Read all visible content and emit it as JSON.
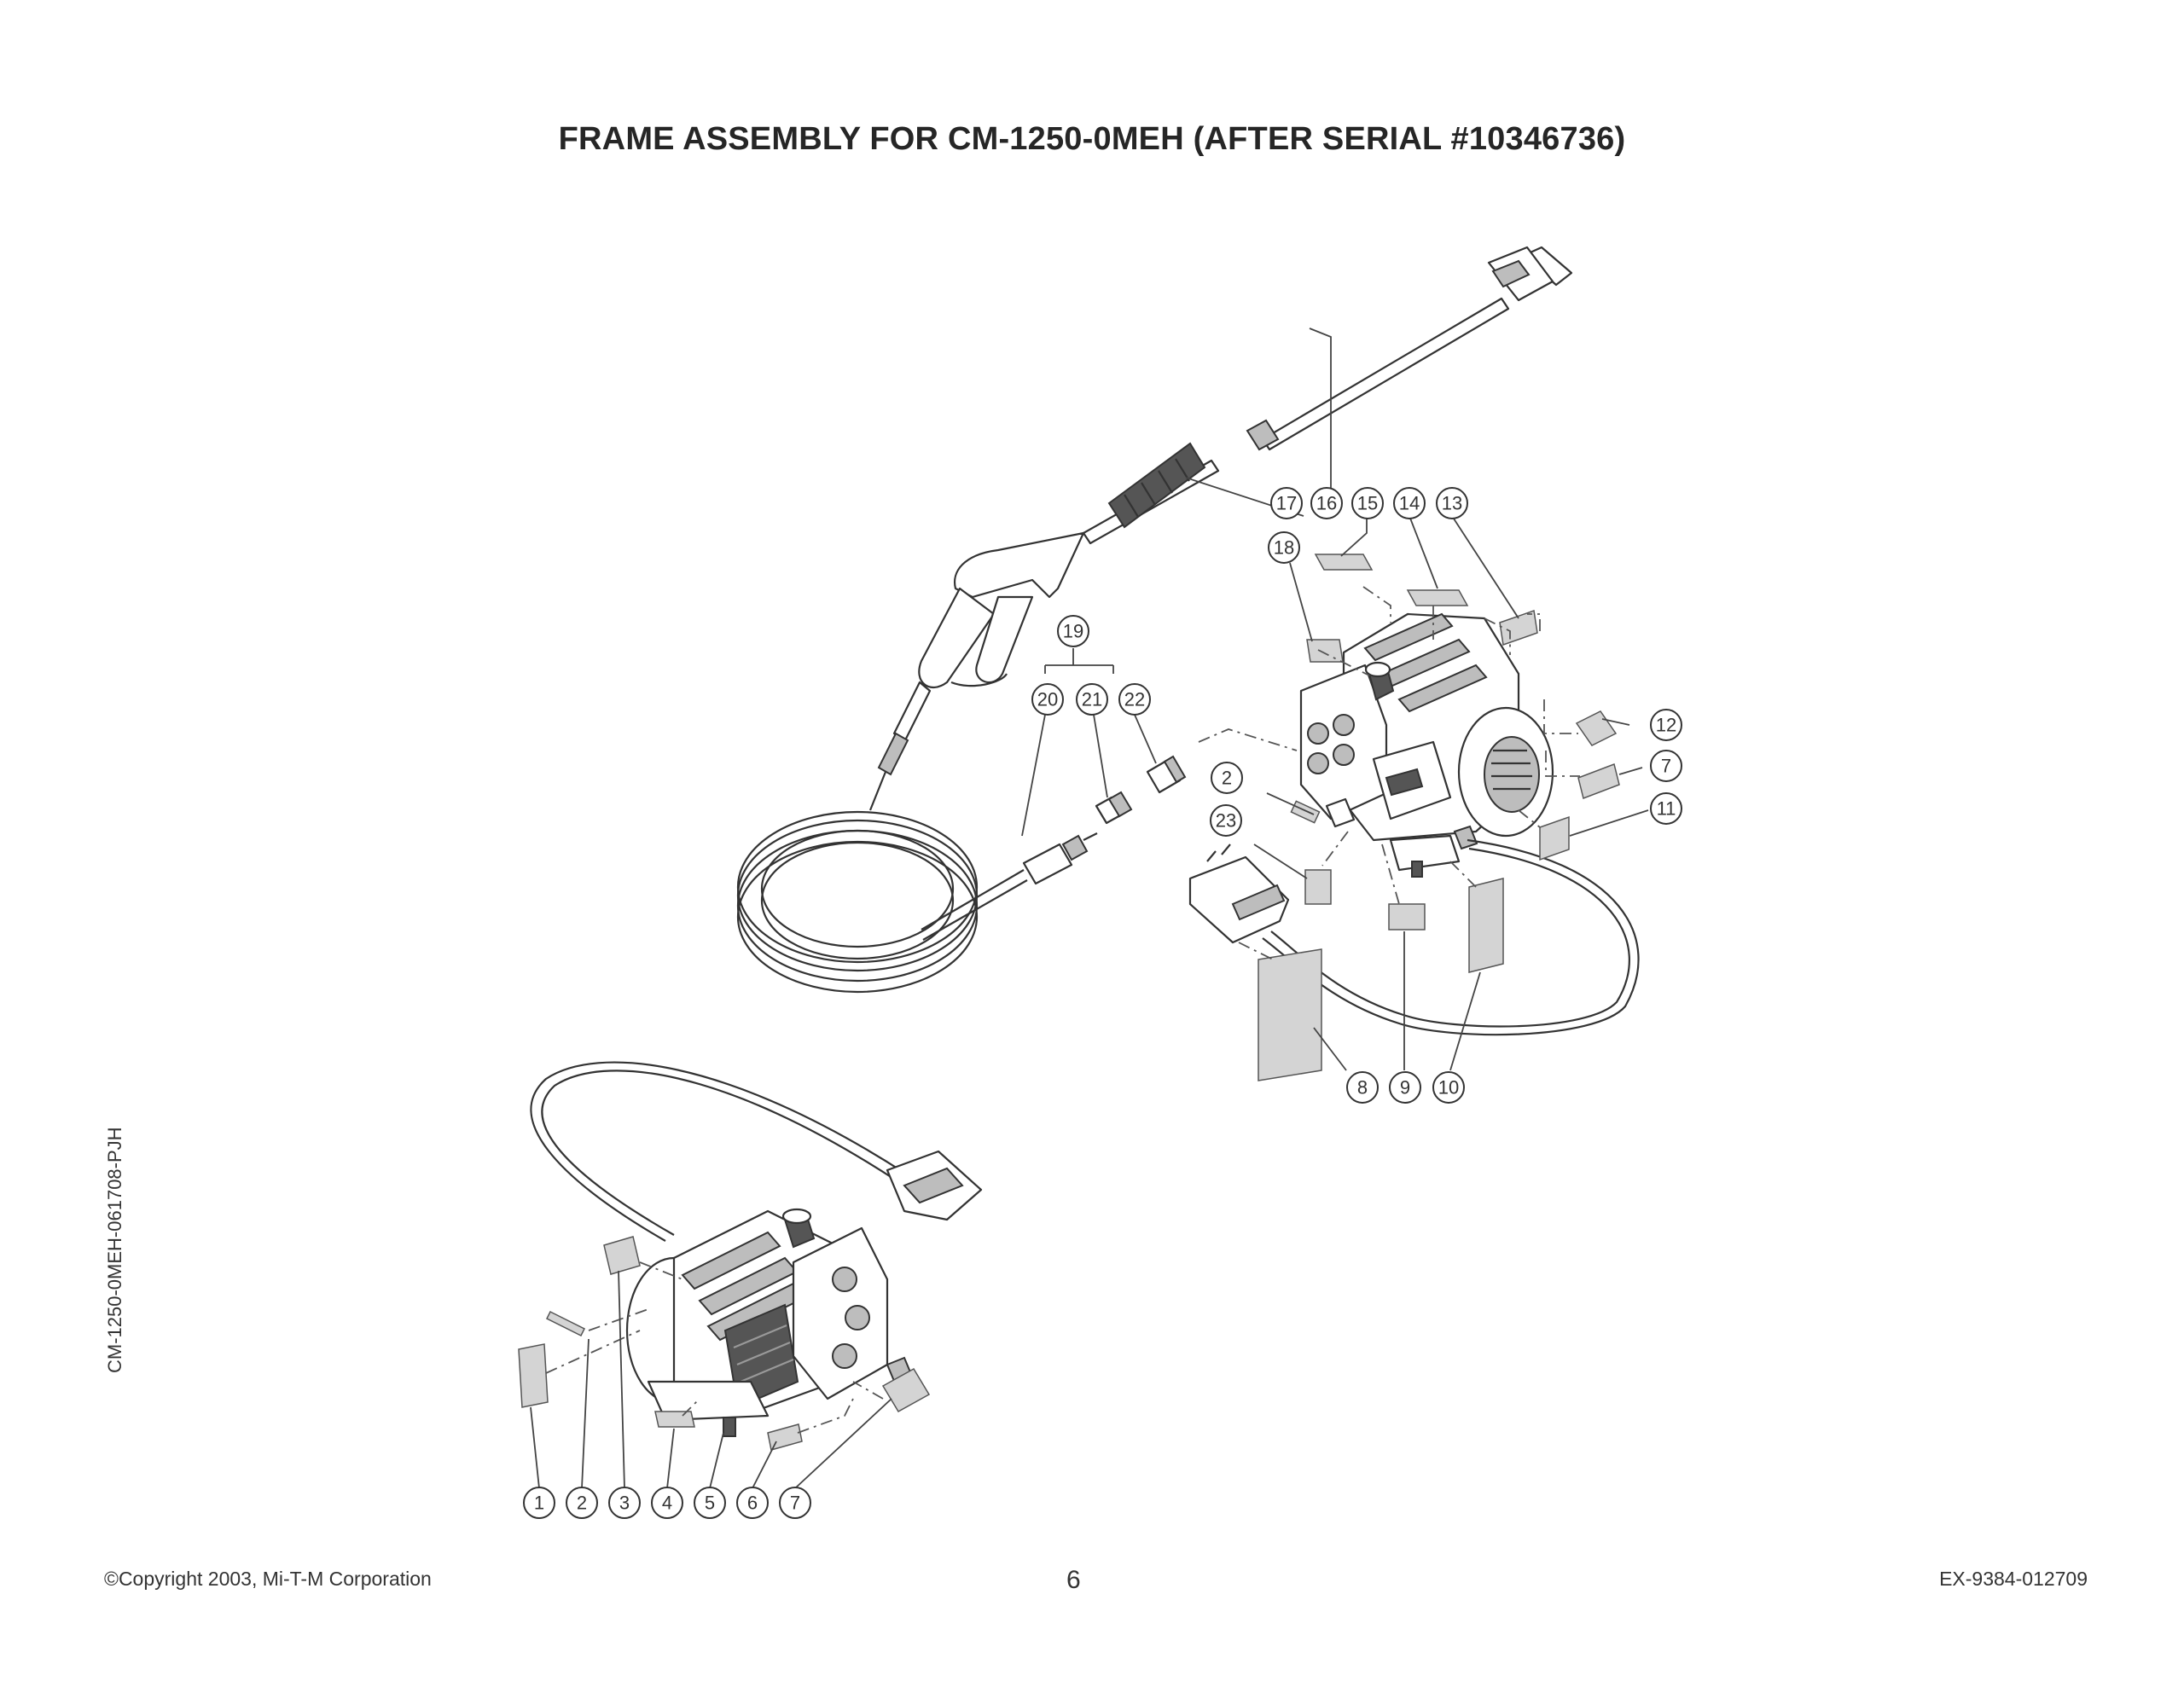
{
  "title": "FRAME ASSEMBLY FOR CM-1250-0MEH (AFTER SERIAL #10346736)",
  "side_code": "CM-1250-0MEH-061708-PJH",
  "footer": {
    "copyright": "©Copyright 2003, Mi-T-M Corporation",
    "page_number": "6",
    "doc_code": "EX-9384-012709"
  },
  "callouts": {
    "c1": "1",
    "c2": "2",
    "c3": "3",
    "c4": "4",
    "c5": "5",
    "c6": "6",
    "c7": "7",
    "c7b": "7",
    "c2b": "2",
    "c8": "8",
    "c9": "9",
    "c10": "10",
    "c11": "11",
    "c12": "12",
    "c13": "13",
    "c14": "14",
    "c15": "15",
    "c16": "16",
    "c17": "17",
    "c18": "18",
    "c19": "19",
    "c20": "20",
    "c21": "21",
    "c22": "22",
    "c23": "23"
  }
}
